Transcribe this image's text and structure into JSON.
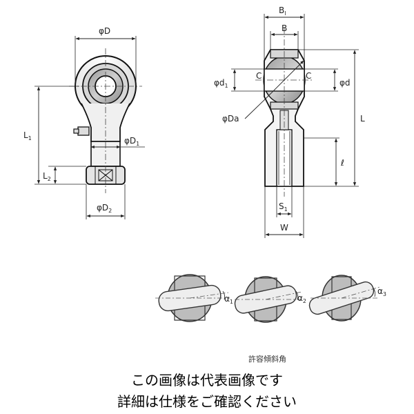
{
  "left_view": {
    "labels": {
      "outer_diameter": "φD",
      "shank_diameter": "φD",
      "shank_diameter_sub": "1",
      "hex_diameter": "φD",
      "hex_diameter_sub": "2",
      "length1": "L",
      "length1_sub": "1",
      "length2": "L",
      "length2_sub": "2"
    }
  },
  "right_view": {
    "labels": {
      "ball_width": "B",
      "ball_width_sub": "l",
      "inner_width": "B",
      "bore_left": "φd",
      "bore_left_sub": "1",
      "bore_right": "φd",
      "chamfer_left": "C",
      "chamfer_right": "C",
      "ball_diameter": "φDa",
      "overall_length": "L",
      "thread_length": "ℓ",
      "thread_size": "S",
      "thread_size_sub": "1",
      "width": "W"
    }
  },
  "tilt_angles": {
    "labels": [
      "α",
      "α",
      "α"
    ],
    "subs": [
      "1",
      "2",
      "3"
    ],
    "caption": "許容傾斜角"
  },
  "notes": {
    "line1": "この画像は代表画像です",
    "line2": "詳細は仕様をご確認ください"
  }
}
